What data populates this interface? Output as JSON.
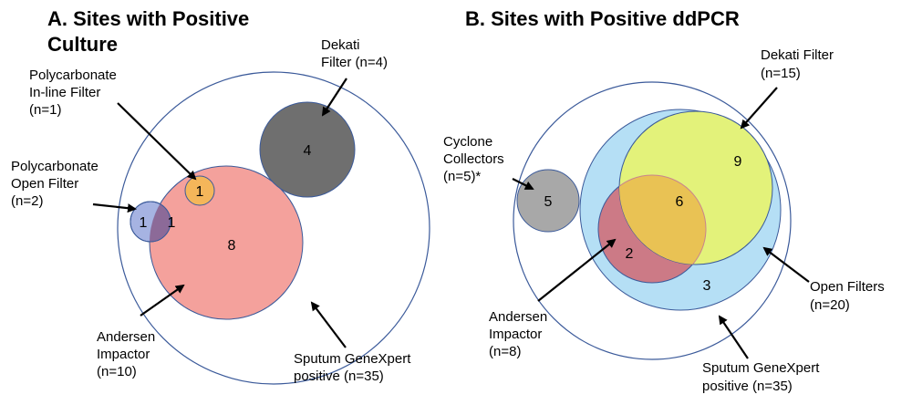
{
  "colors": {
    "outline": "#3b5a9a",
    "dekati_a": "#6f6f6f",
    "andersen_a": "#f4a19c",
    "poly_inline": "#f4b65a",
    "poly_open": "#a1afe0",
    "overlap": "#8c6a98",
    "cyclone": "#a8a8a8",
    "open_filters": "#b5dff5",
    "andersen_b": "#cc7a86",
    "dekati_b": "#e3f27a",
    "overlap_b": "#e9c254"
  },
  "panelA": {
    "title_line1": "A. Sites with Positive",
    "title_line2": "Culture",
    "labels": {
      "dekati_1": "Dekati",
      "dekati_2": "Filter (n=4)",
      "inline_1": "Polycarbonate",
      "inline_2": "In-line Filter",
      "inline_3": "(n=1)",
      "open_1": "Polycarbonate",
      "open_2": "Open Filter",
      "open_3": "(n=2)",
      "andersen_1": "Andersen",
      "andersen_2": "Impactor",
      "andersen_3": "(n=10)",
      "sputum_1": "Sputum GeneXpert",
      "sputum_2": "positive (n=35)"
    },
    "counts": {
      "dekati": "4",
      "inline": "1",
      "open_only": "1",
      "overlap": "1",
      "andersen": "8"
    }
  },
  "panelB": {
    "title": "B. Sites with Positive ddPCR",
    "labels": {
      "dekati_1": "Dekati Filter",
      "dekati_2": "(n=15)",
      "cyclone_1": "Cyclone",
      "cyclone_2": "Collectors",
      "cyclone_3": "(n=5)*",
      "andersen_1": "Andersen",
      "andersen_2": "Impactor",
      "andersen_3": "(n=8)",
      "open_1": "Open Filters",
      "open_2": "(n=20)",
      "sputum_1": "Sputum GeneXpert",
      "sputum_2": "positive (n=35)"
    },
    "counts": {
      "dekati": "9",
      "overlap": "6",
      "cyclone": "5",
      "andersen": "2",
      "open": "3"
    }
  }
}
